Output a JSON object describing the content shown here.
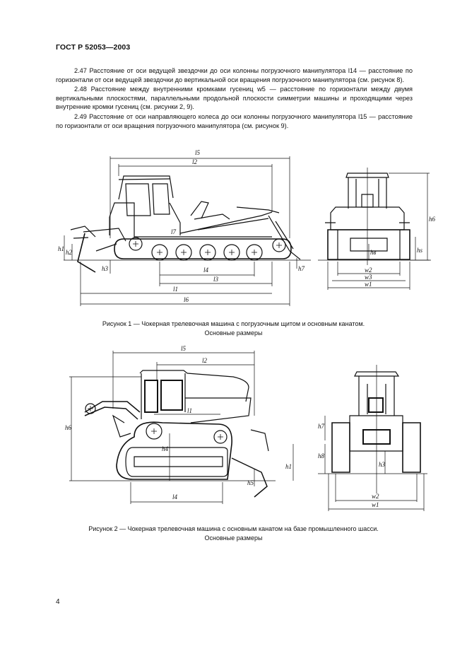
{
  "header": "ГОСТ Р 52053—2003",
  "paragraphs": {
    "p247": "2.47 Расстояние от оси ведущей звездочки до оси колонны погрузочного манипулятора l14 — расстояние по горизонтали от оси ведущей звездочки до вертикальной оси вращения погрузочного манипулятора (см. рисунок 8).",
    "p248": "2.48 Расстояние между внутренними кромками гусениц w5 — расстояние по горизонтали между двумя вертикальными плоскостями, параллельными продольной плоскости симметрии машины и проходящими через внутренние кромки гусениц (см. рисунки 2, 9).",
    "p249": "2.49 Расстояние от оси направляющего колеса до оси колонны погрузочного манипулятора l15 — расстояние по горизонтали от оси вращения погрузочного манипулятора (см. рисунок 9)."
  },
  "figure1": {
    "caption_line1": "Рисунок 1 — Чокерная трелевочная машина с погрузочным щитом и основным канатом.",
    "caption_line2": "Основные размеры",
    "labels": {
      "l5": "l5",
      "l2": "l2",
      "l4": "l4",
      "l3": "l3",
      "l1": "l1",
      "l6": "l6",
      "l7": "l7",
      "h1": "h1",
      "h2": "h2",
      "h3": "h3",
      "h6": "h6",
      "h7": "h7",
      "hs": "hs",
      "hb": "hв",
      "w2": "w2",
      "w3": "w3",
      "w1": "w1"
    }
  },
  "figure2": {
    "caption_line1": "Рисунок 2 — Чокерная трелевочная машина с основным канатом на базе промышленного шасси.",
    "caption_line2": "Основные размеры",
    "labels": {
      "l5": "l5",
      "l2": "l2",
      "l1": "l1",
      "l4": "l4",
      "h6": "h6",
      "h4": "h4",
      "h1": "h1",
      "h5": "h5",
      "h7": "h7",
      "h8": "h8",
      "h3": "h3",
      "w2": "w2",
      "w1": "w1"
    }
  },
  "page_number": "4"
}
